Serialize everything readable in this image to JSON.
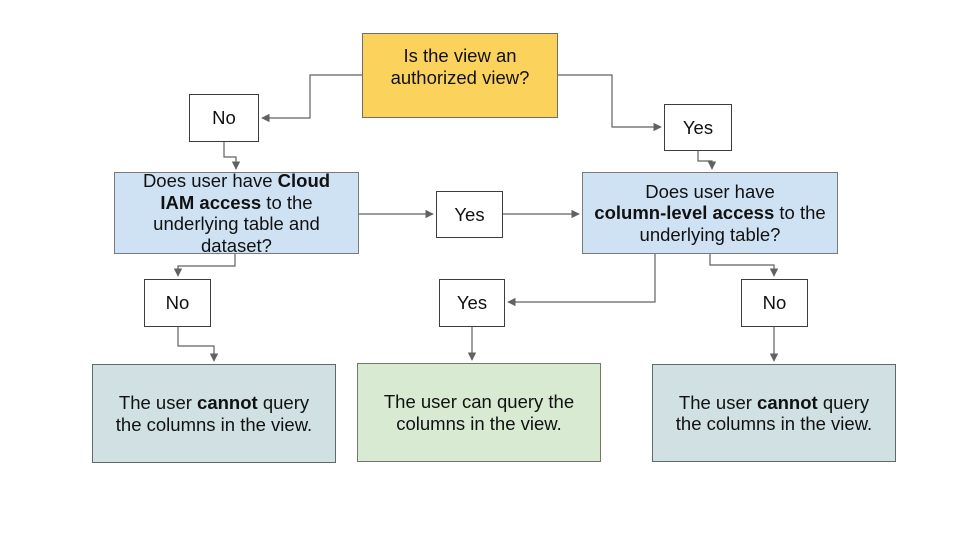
{
  "diagram": {
    "type": "flowchart",
    "background": "#ffffff",
    "colors": {
      "question_yellow": "#fbd35c",
      "decision_blue": "#cfe2f3",
      "outcome_gray": "#d0e0e3",
      "outcome_green": "#d9ead3",
      "label_white": "#ffffff",
      "connector": "#616161",
      "text": "#111111"
    },
    "nodes": {
      "root_question": {
        "text": "Is the view an authorized view?"
      },
      "label_no_left": {
        "text": "No"
      },
      "label_yes_right": {
        "text": "Yes"
      },
      "decision_iam": {
        "pre": "Does user have ",
        "bold": "Cloud IAM access",
        "post": " to the underlying table and dataset?"
      },
      "label_yes_middle": {
        "text": "Yes"
      },
      "decision_column": {
        "pre": "Does user have ",
        "bold": "column-level access",
        "post": " to the underlying table?"
      },
      "label_no_bottom_left": {
        "text": "No"
      },
      "label_yes_bottom_middle": {
        "text": "Yes"
      },
      "label_no_bottom_right": {
        "text": "No"
      },
      "outcome_cannot_left": {
        "pre": "The user ",
        "bold": "cannot",
        "post": " query the columns in the view."
      },
      "outcome_can": {
        "text": "The user can query the columns in the view."
      },
      "outcome_cannot_right": {
        "pre": "The user ",
        "bold": "cannot",
        "post": " query the columns in the view."
      }
    }
  }
}
